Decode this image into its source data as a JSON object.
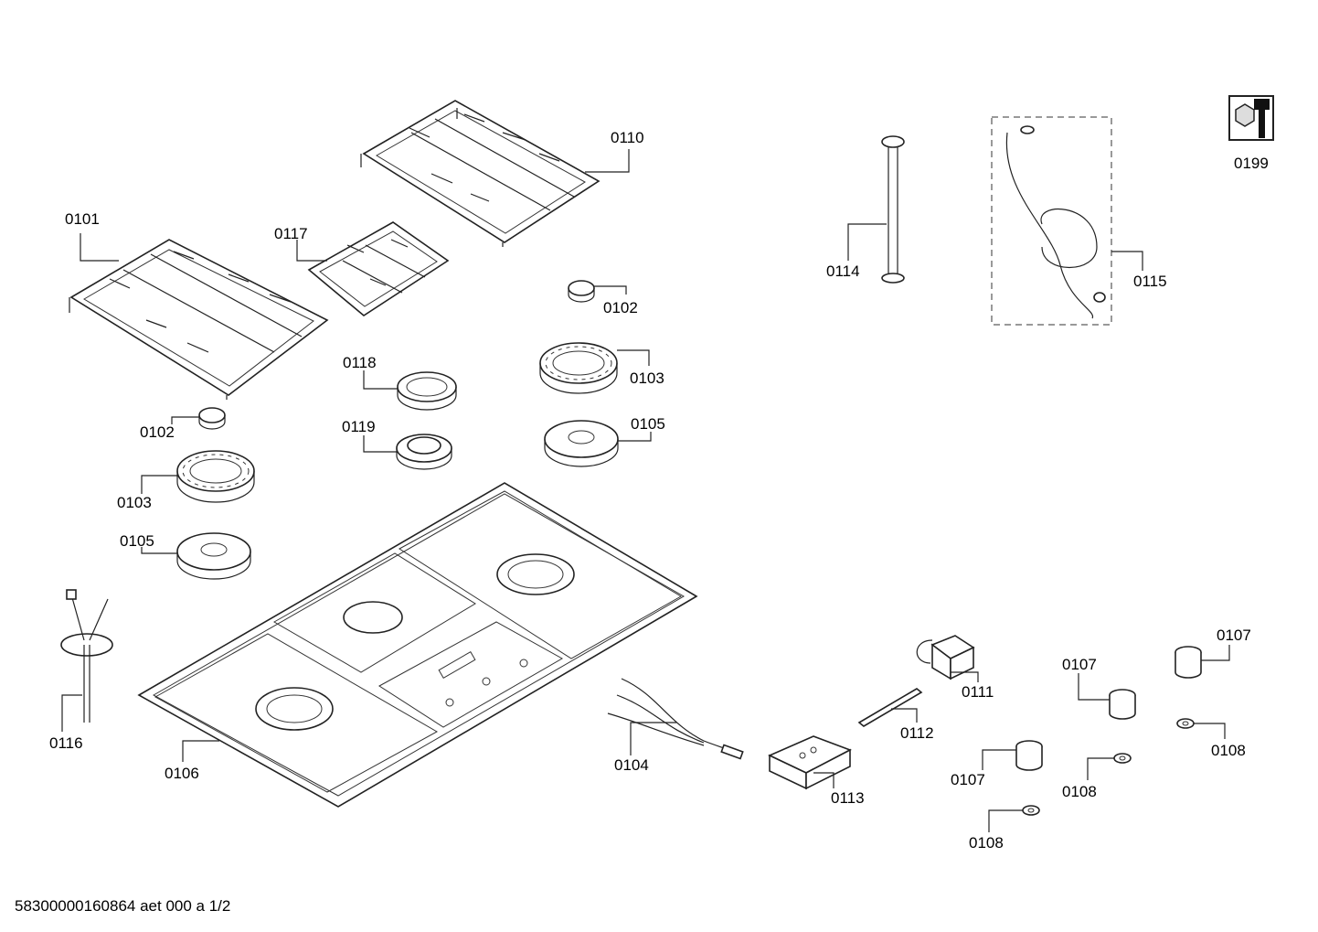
{
  "diagram": {
    "parts": [
      {
        "id": "0101",
        "label": "0101"
      },
      {
        "id": "0110",
        "label": "0110"
      },
      {
        "id": "0117",
        "label": "0117"
      },
      {
        "id": "0102a",
        "label": "0102"
      },
      {
        "id": "0102b",
        "label": "0102"
      },
      {
        "id": "0103a",
        "label": "0103"
      },
      {
        "id": "0103b",
        "label": "0103"
      },
      {
        "id": "0118",
        "label": "0118"
      },
      {
        "id": "0119",
        "label": "0119"
      },
      {
        "id": "0105a",
        "label": "0105"
      },
      {
        "id": "0105b",
        "label": "0105"
      },
      {
        "id": "0114",
        "label": "0114"
      },
      {
        "id": "0115",
        "label": "0115"
      },
      {
        "id": "0199",
        "label": "0199"
      },
      {
        "id": "0116",
        "label": "0116"
      },
      {
        "id": "0106",
        "label": "0106"
      },
      {
        "id": "0104",
        "label": "0104"
      },
      {
        "id": "0113",
        "label": "0113"
      },
      {
        "id": "0112",
        "label": "0112"
      },
      {
        "id": "0111",
        "label": "0111"
      },
      {
        "id": "0107a",
        "label": "0107"
      },
      {
        "id": "0107b",
        "label": "0107"
      },
      {
        "id": "0107c",
        "label": "0107"
      },
      {
        "id": "0108a",
        "label": "0108"
      },
      {
        "id": "0108b",
        "label": "0108"
      },
      {
        "id": "0108c",
        "label": "0108"
      }
    ]
  },
  "footer": {
    "text": "58300000160864 aet 000 a 1/2"
  },
  "icons": {
    "tool_symbol": "wrench-nut-icon"
  }
}
